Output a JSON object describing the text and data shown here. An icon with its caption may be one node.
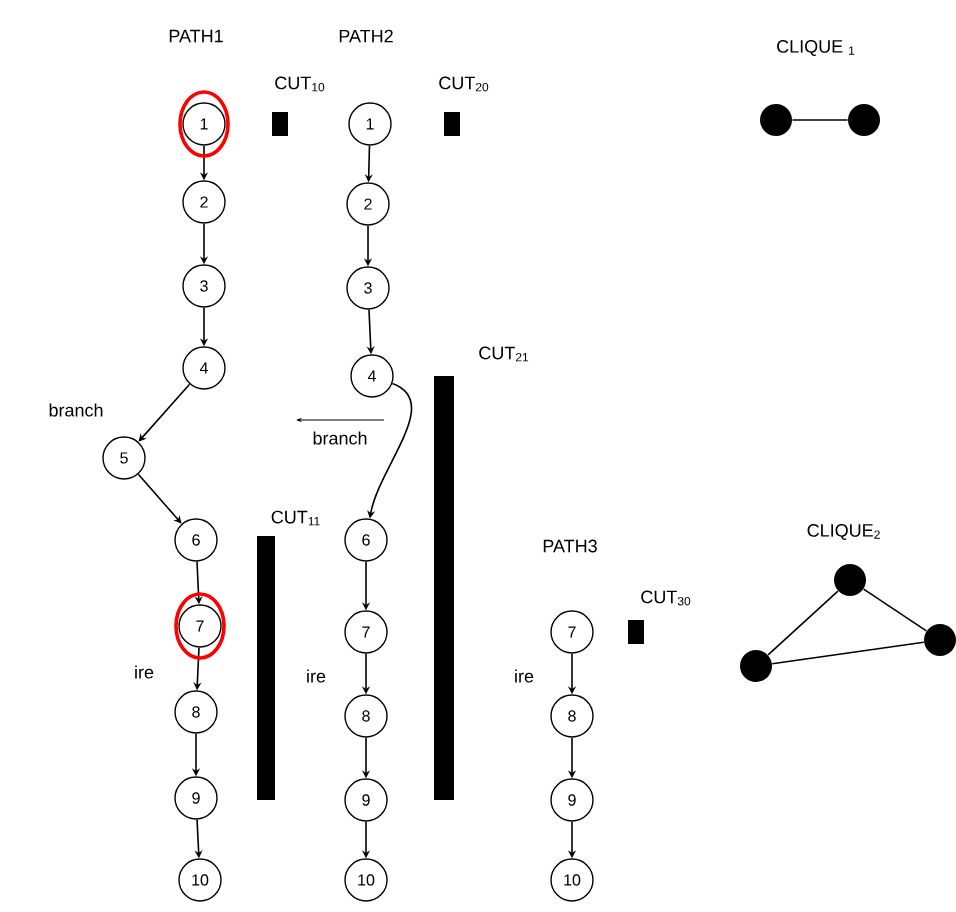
{
  "diagram": {
    "nodes": [
      {
        "text": [
          "1"
        ]
      },
      {
        "text": [
          "2"
        ]
      },
      {
        "text": [
          "3"
        ]
      },
      {
        "text": [
          "4"
        ]
      },
      {
        "text": [
          "5"
        ]
      },
      {
        "text": [
          "6"
        ]
      },
      {
        "text": [
          "7"
        ]
      },
      {
        "text": [
          "8"
        ]
      },
      {
        "text": [
          "9"
        ]
      },
      {
        "text": [
          "10"
        ]
      },
      {
        "text": [
          "1"
        ]
      },
      {
        "text": [
          "2"
        ]
      },
      {
        "text": [
          "3"
        ]
      },
      {
        "text": [
          "4"
        ]
      },
      {
        "text": [
          "6"
        ]
      },
      {
        "text": [
          "7"
        ]
      },
      {
        "text": [
          "8"
        ]
      },
      {
        "text": [
          "9"
        ]
      },
      {
        "text": [
          "10"
        ]
      },
      {
        "text": [
          "7"
        ]
      },
      {
        "text": [
          "8"
        ]
      },
      {
        "text": [
          "9"
        ]
      },
      {
        "text": [
          "10"
        ]
      },
      {
        "text": [],
        "shape": "circle"
      },
      {
        "text": [],
        "shape": "circle"
      },
      {
        "text": [],
        "shape": "circle"
      },
      {
        "text": [],
        "shape": "circle"
      },
      {
        "text": [],
        "shape": "circle"
      }
    ],
    "edges": [
      {
        "from": 0,
        "to": 1,
        "arrow": "to"
      },
      {
        "from": 1,
        "to": 2,
        "arrow": "to"
      },
      {
        "from": 2,
        "to": 3,
        "arrow": "to"
      },
      {
        "from": 3,
        "to": 4,
        "arrow": "to",
        "label": "branch"
      },
      {
        "from": 4,
        "to": 5,
        "arrow": "to"
      },
      {
        "from": 5,
        "to": 6,
        "arrow": "to"
      },
      {
        "from": 6,
        "to": 7,
        "arrow": "to",
        "label": "ire"
      },
      {
        "from": 7,
        "to": 8,
        "arrow": "to"
      },
      {
        "from": 8,
        "to": 9,
        "arrow": "to"
      },
      {
        "from": 10,
        "to": 11,
        "arrow": "to"
      },
      {
        "from": 11,
        "to": 12,
        "arrow": "to"
      },
      {
        "from": 12,
        "to": 13,
        "arrow": "to"
      },
      {
        "from": 13,
        "to": 14,
        "arrow": "to",
        "label": "branch"
      },
      {
        "from": 14,
        "to": 15,
        "arrow": "to"
      },
      {
        "from": 15,
        "to": 16,
        "arrow": "to",
        "label": "ire"
      },
      {
        "from": 16,
        "to": 17,
        "arrow": "to"
      },
      {
        "from": 17,
        "to": 18,
        "arrow": "to"
      },
      {
        "from": 19,
        "to": 20,
        "arrow": "to",
        "label": "ire"
      },
      {
        "from": 20,
        "to": 21,
        "arrow": "to"
      },
      {
        "from": 21,
        "to": 22,
        "arrow": "to"
      },
      {
        "from": 23,
        "to": 24,
        "arrow": "none"
      },
      {
        "from": 25,
        "to": 26,
        "arrow": "none"
      },
      {
        "from": 26,
        "to": 27,
        "arrow": "none"
      },
      {
        "from": 25,
        "to": 27,
        "arrow": "none"
      }
    ],
    "labels": [
      "PATH1",
      "PATH2",
      "CUT$_{10}$",
      "CUT$_{20}$",
      "CLIQUE $_{1}$",
      "CUT$_{21}$",
      "CUT$_{11}$",
      "PATH3",
      "CLIQUE$_{2}$",
      "CUT$_{30}$"
    ]
  }
}
